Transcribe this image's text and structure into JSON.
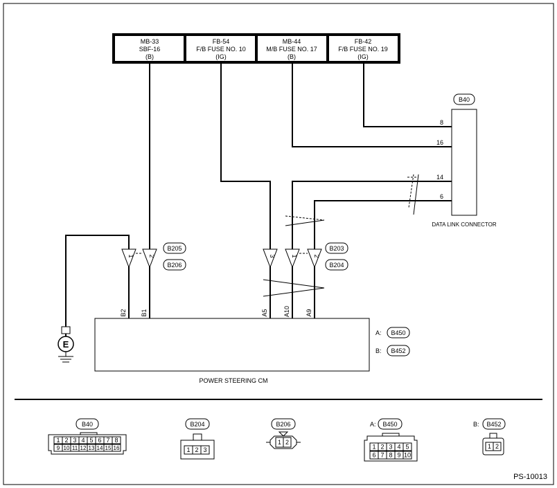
{
  "fuses": [
    {
      "line1": "MB-33",
      "line2": "SBF-16",
      "line3": "(B)"
    },
    {
      "line1": "FB-54",
      "line2": "F/B FUSE NO. 10",
      "line3": "(IG)"
    },
    {
      "line1": "MB-44",
      "line2": "M/B FUSE NO. 17",
      "line3": "(B)"
    },
    {
      "line1": "FB-42",
      "line2": "F/B FUSE NO. 19",
      "line3": "(IG)"
    }
  ],
  "dlc": {
    "connector_id": "B40",
    "label": "DATA LINK CONNECTOR",
    "pins": [
      "8",
      "16",
      "14",
      "6"
    ]
  },
  "inline_connectors": {
    "left_top": "B205",
    "left_bottom": "B206",
    "right_top": "B203",
    "right_bottom": "B204",
    "left_pins": [
      "1",
      "2"
    ],
    "right_pins": [
      "3",
      "1",
      "2"
    ]
  },
  "module": {
    "label": "POWER STEERING CM",
    "terminals": [
      "B2",
      "B1",
      "A5",
      "A10",
      "A9"
    ],
    "conn_a_prefix": "A:",
    "conn_a": "B450",
    "conn_b_prefix": "B:",
    "conn_b": "B452"
  },
  "ground_label": "E",
  "legend": {
    "b40": {
      "id": "B40",
      "row1": [
        "1",
        "2",
        "3",
        "4",
        "5",
        "6",
        "7",
        "8"
      ],
      "row2": [
        "9",
        "10",
        "11",
        "12",
        "13",
        "14",
        "15",
        "16"
      ]
    },
    "b204": {
      "id": "B204",
      "pins": [
        "1",
        "2",
        "3"
      ]
    },
    "b206": {
      "id": "B206",
      "pins": [
        "1",
        "2"
      ]
    },
    "b450": {
      "prefix": "A:",
      "id": "B450",
      "row1": [
        "1",
        "2",
        "3",
        "4",
        "5"
      ],
      "row2": [
        "6",
        "7",
        "8",
        "9",
        "10"
      ]
    },
    "b452": {
      "prefix": "B:",
      "id": "B452",
      "pins": [
        "1",
        "2"
      ]
    }
  },
  "figure_code": "PS-10013"
}
